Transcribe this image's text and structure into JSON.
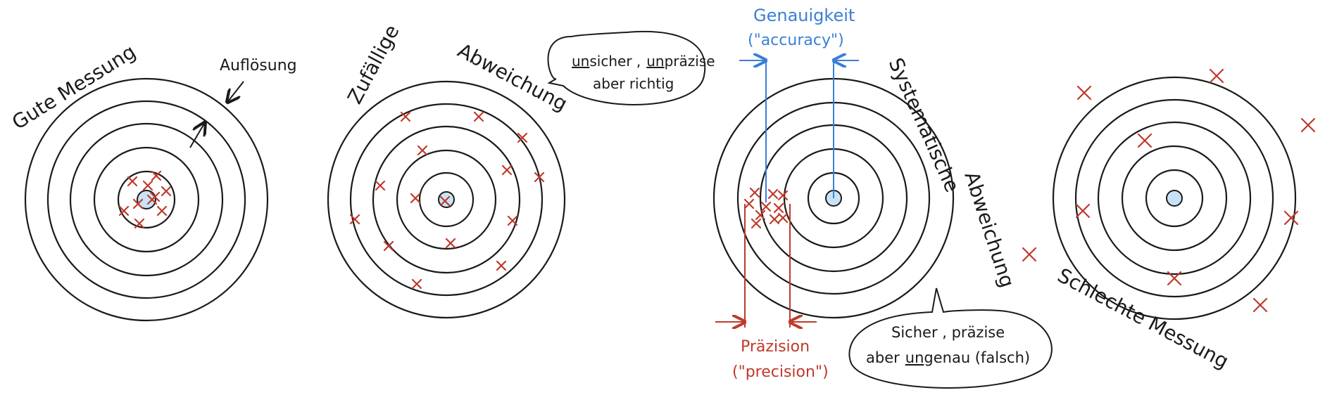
{
  "colors": {
    "ink": "#1a1a1a",
    "bullseye_fill": "#c9e2f6",
    "marks": "#c0392b",
    "accuracy": "#3a7fd5",
    "precision": "#c0392b"
  },
  "panels": {
    "good": {
      "title": "Gute Messung",
      "resolution_label": "Auflösung"
    },
    "random": {
      "title_part1": "Zufällige",
      "title_part2": "Abweichung",
      "bubble_line1_underlined": "un",
      "bubble_line1_rest": "sicher ,",
      "bubble_line1_underlined2": "un",
      "bubble_line1_rest2": "präzise",
      "bubble_line2": "aber richtig"
    },
    "systematic": {
      "accuracy_label": "Genauigkeit",
      "accuracy_sub": "(\"accuracy\")",
      "title_part1": "Systematische",
      "title_part2": "Abweichung",
      "precision_label": "Präzision",
      "precision_sub": "(\"precision\")",
      "bubble_line1": "Sicher , präzise",
      "bubble_line2_prefix": "aber",
      "bubble_line2_underlined": "un",
      "bubble_line2_rest": "genau (falsch)"
    },
    "bad": {
      "title": "Schlechte Messung"
    }
  }
}
